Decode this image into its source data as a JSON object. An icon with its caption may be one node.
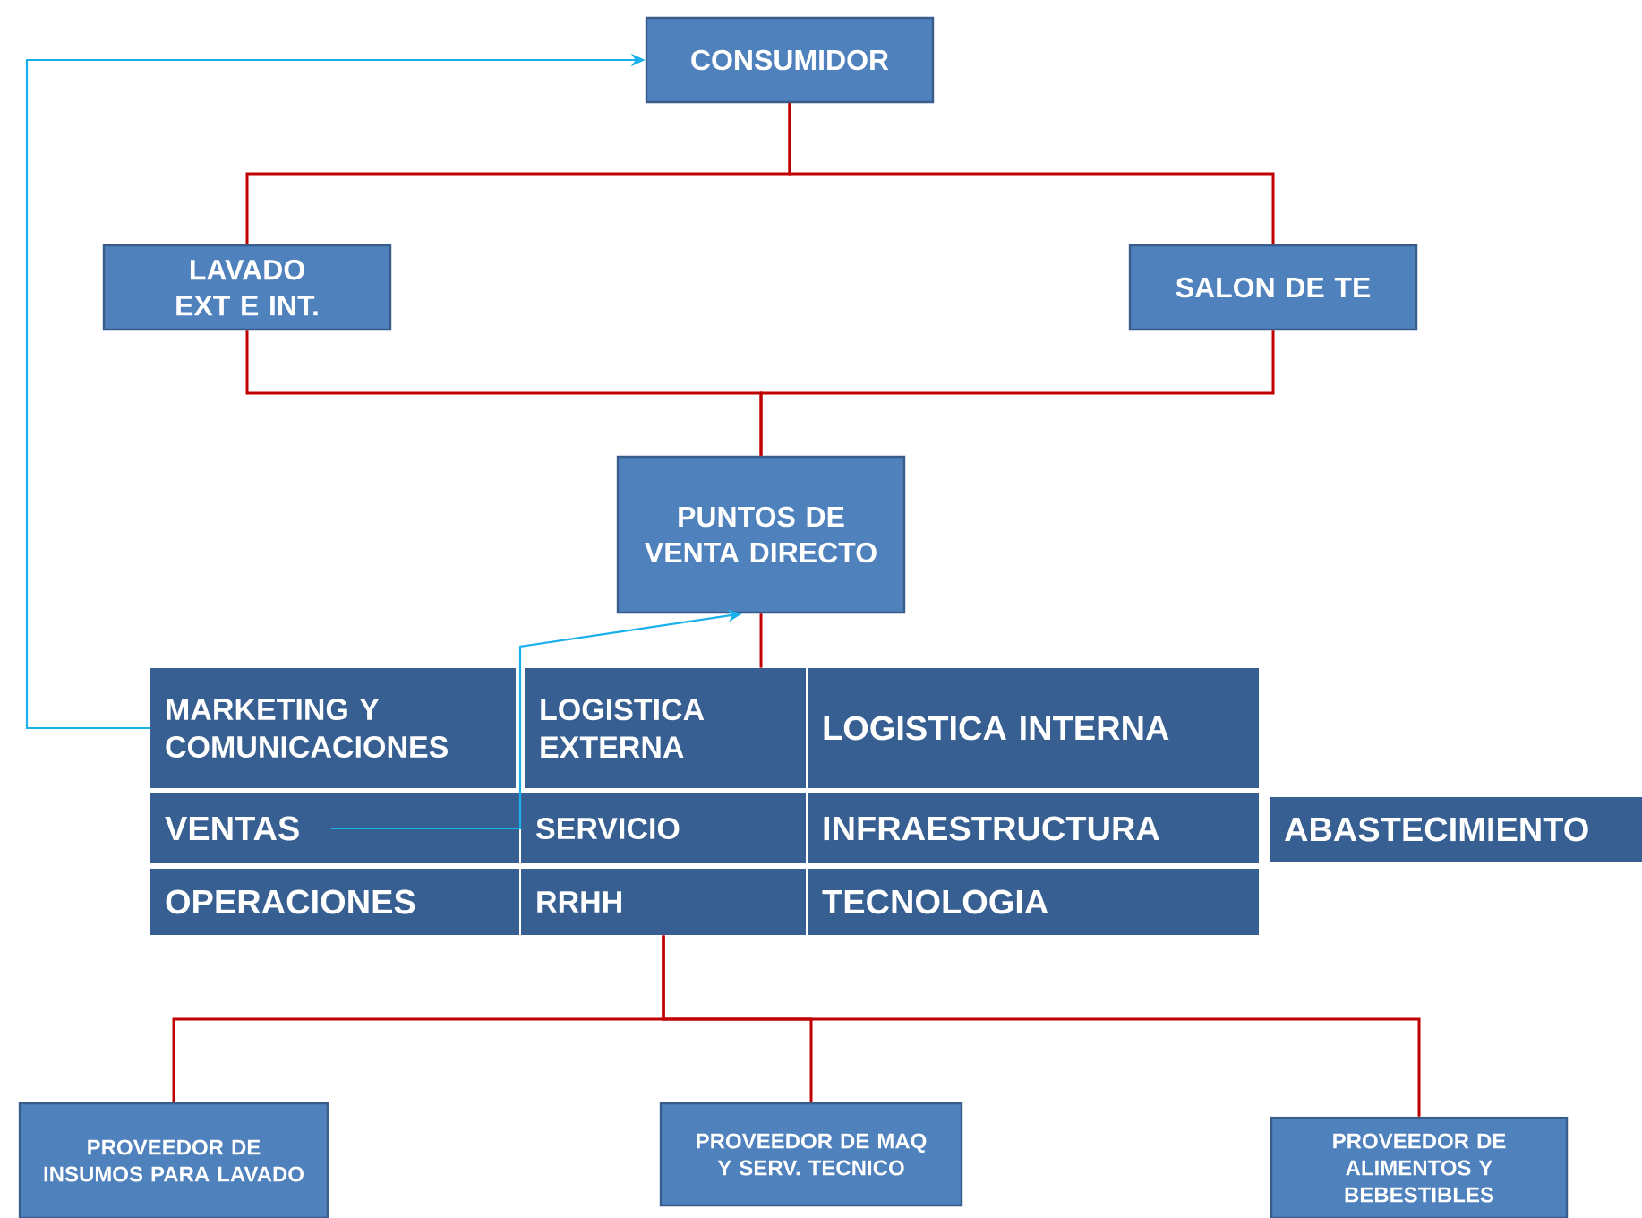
{
  "diagram": {
    "nodes": [
      {
        "text": [
          "CONSUMIDOR"
        ]
      },
      {
        "text": [
          "LAVADO EXT E INT."
        ]
      },
      {
        "text": [
          "SALON DE TE"
        ]
      },
      {
        "text": [
          "PUNTOS DE VENTA DIRECTO"
        ]
      },
      {
        "text": [
          "MARKETING Y COMUNICACIONES"
        ]
      },
      {
        "text": [
          "LOGISTICA EXTERNA"
        ]
      },
      {
        "text": [
          "LOGISTICA INTERNA"
        ]
      },
      {
        "text": [
          "VENTAS"
        ]
      },
      {
        "text": [
          "SERVICIO"
        ]
      },
      {
        "text": [
          "INFRAESTRUCTURA"
        ]
      },
      {
        "text": [
          "ABASTECIMIENTO"
        ]
      },
      {
        "text": [
          "OPERACIONES"
        ]
      },
      {
        "text": [
          "RRHH"
        ]
      },
      {
        "text": [
          "TECNOLOGIA"
        ]
      },
      {
        "text": [
          "PROVEEDOR DE INSUMOS PARA LAVADO"
        ]
      },
      {
        "text": [
          "PROVEEDOR DE MAQ Y SERV. TECNICO"
        ]
      },
      {
        "text": [
          "PROVEEDOR DE ALIMENTOS Y BEBESTIBLES"
        ]
      }
    ],
    "edges": [
      {
        "from": 0,
        "to": 1,
        "arrow": "none"
      },
      {
        "from": 0,
        "to": 2,
        "arrow": "none"
      },
      {
        "from": 1,
        "to": 3,
        "arrow": "none"
      },
      {
        "from": 2,
        "to": 3,
        "arrow": "none"
      },
      {
        "from": 3,
        "to": 5,
        "arrow": "none"
      },
      {
        "from": 12,
        "to": 14,
        "arrow": "none"
      },
      {
        "from": 12,
        "to": 15,
        "arrow": "none"
      },
      {
        "from": 12,
        "to": 16,
        "arrow": "none"
      },
      {
        "from": 4,
        "to": 0,
        "arrow": "to",
        "color": "#1ab0ec"
      },
      {
        "from": 7,
        "to": 3,
        "arrow": "to",
        "color": "#1ab0ec"
      }
    ]
  }
}
